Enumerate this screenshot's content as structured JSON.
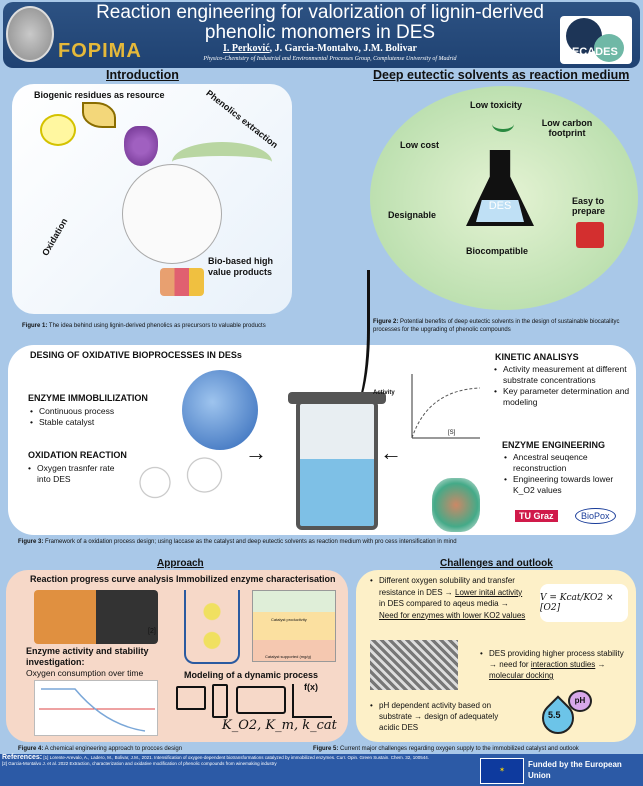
{
  "header": {
    "title": "Reaction engineering for valorization of lignin-derived phenolic monomers in DES",
    "authors_underlined": "I. Perković",
    "authors_rest": ", J. Garcia-Montalvo, J.M. Bolivar",
    "affiliation": "Physico-Chemistry of Industrial and Environmental Processes Group, Complutense University of Madrid",
    "logo_left": "FOPIMA",
    "logo_right": "DECADES"
  },
  "intro": {
    "heading": "Introduction",
    "biogenic": "Biogenic residues as resource",
    "phenolics": "Phenolics extraction",
    "oxidation": "Oxidation",
    "products": "Bio-based high value products",
    "caption_label": "Figure 1:",
    "caption": " The idea behind using lignin-derived phenolics as precursors to valuable products"
  },
  "des": {
    "heading": "Deep eutectic solvents as reaction medium",
    "low_toxicity": "Low toxicity",
    "low_cost": "Low cost",
    "low_carbon": "Low carbon footprint",
    "designable": "Designable",
    "easy": "Easy to prepare",
    "biocompatible": "Biocompatible",
    "center": "DES",
    "caption_label": "Figure 2:",
    "caption": "  Potential benefits of deep eutectic solvents in the design of sustainable biocatalityc processes for the upgrading of phenolic compounds"
  },
  "design": {
    "heading": "DESING OF OXIDATIVE BIOPROCESSES IN DESs",
    "immob_title": "ENZYME IMMOBLILIZATION",
    "immob_items": [
      "Continuous process",
      "Stable catalyst"
    ],
    "oxid_title": "OXIDATION REACTION",
    "oxid_items": [
      "Oxygen trasnfer rate into DES"
    ],
    "kinetic_title": "KINETIC ANALISYS",
    "kinetic_items": [
      "Activity measurement at different substrate concentrations",
      "Key parameter determination and modeling"
    ],
    "plot_y": "Activity",
    "plot_x": "[S]",
    "eng_title": "ENZYME ENGINEERING",
    "eng_items": [
      "Ancestral seuqence reconstruction",
      "Engineering towards lower K_O2 values"
    ],
    "logo_tu": "TU Graz",
    "logo_biopox": "BioPox",
    "caption_label": "Figure 3:",
    "caption": " Framework of a oxidation process design; using laccase as the catalyst and deep eutectic solvents as reaction medium with pro  cess intensification in mind"
  },
  "approach": {
    "heading": "Approach",
    "progress": "Reaction progress curve analysis",
    "ref2": "[2]",
    "immob_char": "Immobilized enzyme characterisation",
    "chart_title": "Catalyst productivity",
    "chart_x": "Catalyst supported (mg/g)",
    "activity_title": "Enzyme activity and stability investigation:",
    "oxygen": "Oxygen consumption over time",
    "modeling": "Modeling of a dynamic process",
    "fx": "f(x)",
    "params": "K_O2, K_m, k_cat",
    "caption_label": "Figure 4:",
    "caption": " A chemical engineering approach to   procces design"
  },
  "challenges": {
    "heading": "Challenges and outlook",
    "b1_pre": "Different oxygen solubility and transfer resistance in DES → ",
    "b1_u1": "Lower inital activity ",
    "b1_mid": "in DES compared to aqeus media → ",
    "b1_u2": "Need for enzymes with lower KO2 values",
    "equation": "V = Kcat/KO2 × [O2]",
    "b2_pre": "DES providing higher process stability →  need for ",
    "b2_u1": "interaction studies",
    "b2_mid": " → ",
    "b2_u2": "molecular docking",
    "b3": "pH dependent activity based on substrate → design of adequately acidic DES",
    "ph_label": "pH",
    "ph_value": "5.5",
    "caption_label": "Figure 5:",
    "caption": " Current major challenges regarding oxygen supply to the immobilized catalyst and outlook"
  },
  "footer": {
    "ref_label": "References:",
    "ref1": "[1] Lorente-Arevalo, A., Ladero, M., Bolivar, J.M., 2021. Intensification of oxygen-dependent biotransformations catalyzed by immobilized enzymes. Curr. Opin. Green Sustain. Chem. 32, 100544.",
    "ref2": "[2]  Garcia-Montalvo J. et al. 2022  Extraction, characterization and oxidative modification of phenolic compounds from winemaking industry",
    "eu": "Funded by the European Union"
  }
}
